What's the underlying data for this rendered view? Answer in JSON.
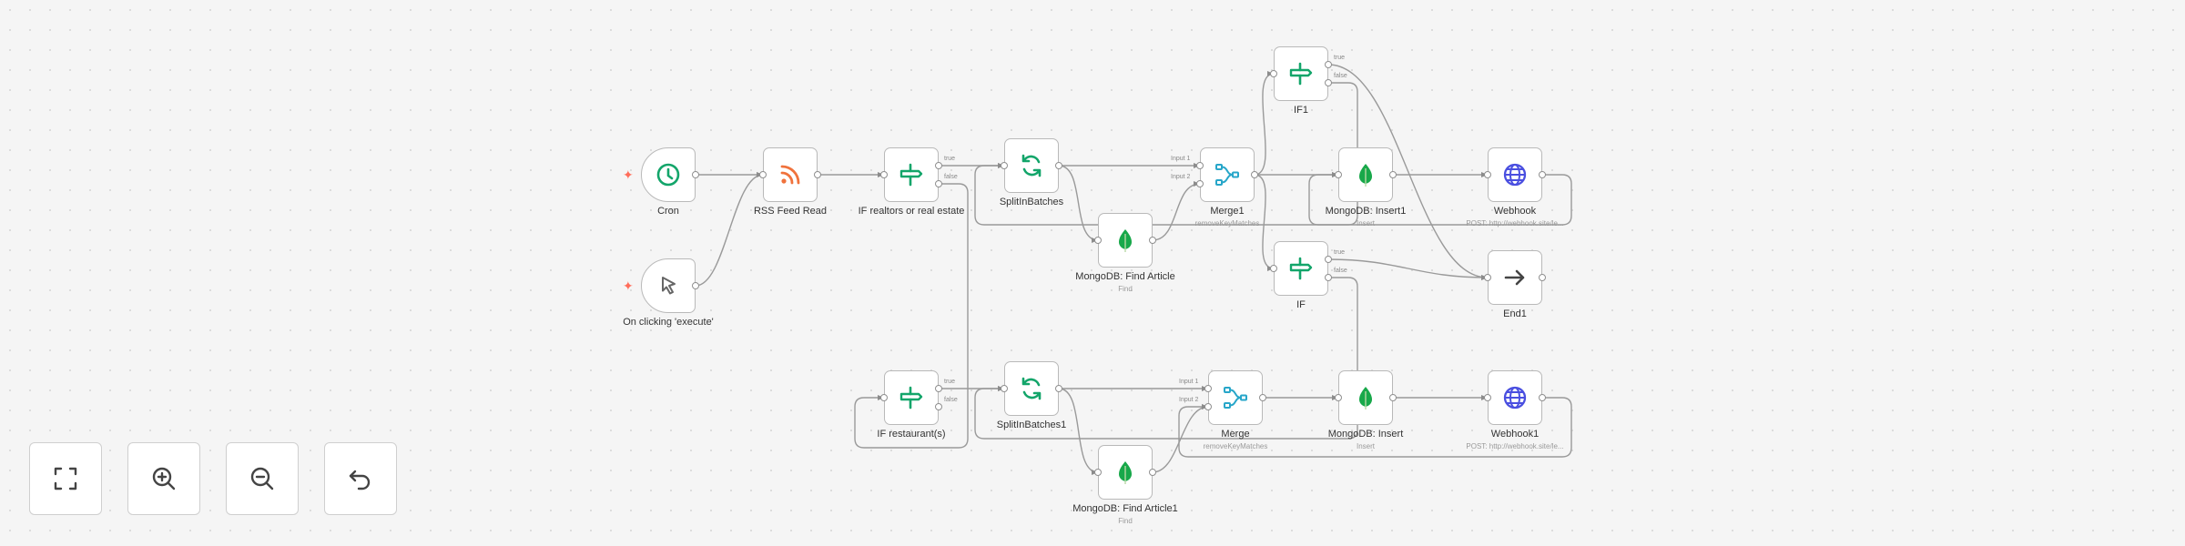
{
  "nodes": [
    {
      "id": "cron",
      "name": "Cron",
      "sub": "",
      "icon": "clock-icon",
      "color": "#13a56a",
      "trigger": true
    },
    {
      "id": "manual",
      "name": "On clicking 'execute'",
      "sub": "",
      "icon": "pointer-icon",
      "color": "#666666",
      "trigger": true
    },
    {
      "id": "rss",
      "name": "RSS Feed Read",
      "sub": "",
      "icon": "rss-icon",
      "color": "#f0723c"
    },
    {
      "id": "ifReal",
      "name": "IF realtors or real estate",
      "sub": "",
      "icon": "if-icon",
      "color": "#13a56a"
    },
    {
      "id": "split",
      "name": "SplitInBatches",
      "sub": "",
      "icon": "refresh-icon",
      "color": "#13a56a"
    },
    {
      "id": "find",
      "name": "MongoDB: Find Article",
      "sub": "Find",
      "icon": "mongodb-icon",
      "color": "#18a84a"
    },
    {
      "id": "merge1",
      "name": "Merge1",
      "sub": "removeKeyMatches",
      "icon": "merge-icon",
      "color": "#27a6c9"
    },
    {
      "id": "insert1",
      "name": "MongoDB: Insert1",
      "sub": "Insert",
      "icon": "mongodb-icon",
      "color": "#18a84a"
    },
    {
      "id": "web",
      "name": "Webhook",
      "sub": "POST: http://webhook.site/le...",
      "icon": "globe-icon",
      "color": "#4a4fe0"
    },
    {
      "id": "if1",
      "name": "IF1",
      "sub": "",
      "icon": "if-icon",
      "color": "#13a56a"
    },
    {
      "id": "ifX",
      "name": "IF",
      "sub": "",
      "icon": "if-icon",
      "color": "#13a56a"
    },
    {
      "id": "end1",
      "name": "End1",
      "sub": "",
      "icon": "arrow-right-icon",
      "color": "#444444"
    },
    {
      "id": "ifRest",
      "name": "IF restaurant(s)",
      "sub": "",
      "icon": "if-icon",
      "color": "#13a56a"
    },
    {
      "id": "split1",
      "name": "SplitInBatches1",
      "sub": "",
      "icon": "refresh-icon",
      "color": "#13a56a"
    },
    {
      "id": "find1",
      "name": "MongoDB: Find Article1",
      "sub": "Find",
      "icon": "mongodb-icon",
      "color": "#18a84a"
    },
    {
      "id": "merge",
      "name": "Merge",
      "sub": "removeKeyMatches",
      "icon": "merge-icon",
      "color": "#27a6c9"
    },
    {
      "id": "insert",
      "name": "MongoDB: Insert",
      "sub": "Insert",
      "icon": "mongodb-icon",
      "color": "#18a84a"
    },
    {
      "id": "web1",
      "name": "Webhook1",
      "sub": "POST: http://webhook.site/le...",
      "icon": "globe-icon",
      "color": "#4a4fe0"
    }
  ],
  "port_labels": {
    "ifReal": [
      "true",
      "false"
    ],
    "ifRest": [
      "true",
      "false"
    ],
    "if1": [
      "true",
      "false"
    ],
    "ifX": [
      "true",
      "false"
    ],
    "merge1": [
      "Input 1",
      "Input 2"
    ],
    "merge": [
      "Input 1",
      "Input 2"
    ]
  },
  "controls": [
    {
      "id": "fit",
      "icon": "fullscreen-icon"
    },
    {
      "id": "zoom-in",
      "icon": "zoom-in-icon"
    },
    {
      "id": "zoom-out",
      "icon": "zoom-out-icon"
    },
    {
      "id": "reset",
      "icon": "undo-icon"
    }
  ]
}
